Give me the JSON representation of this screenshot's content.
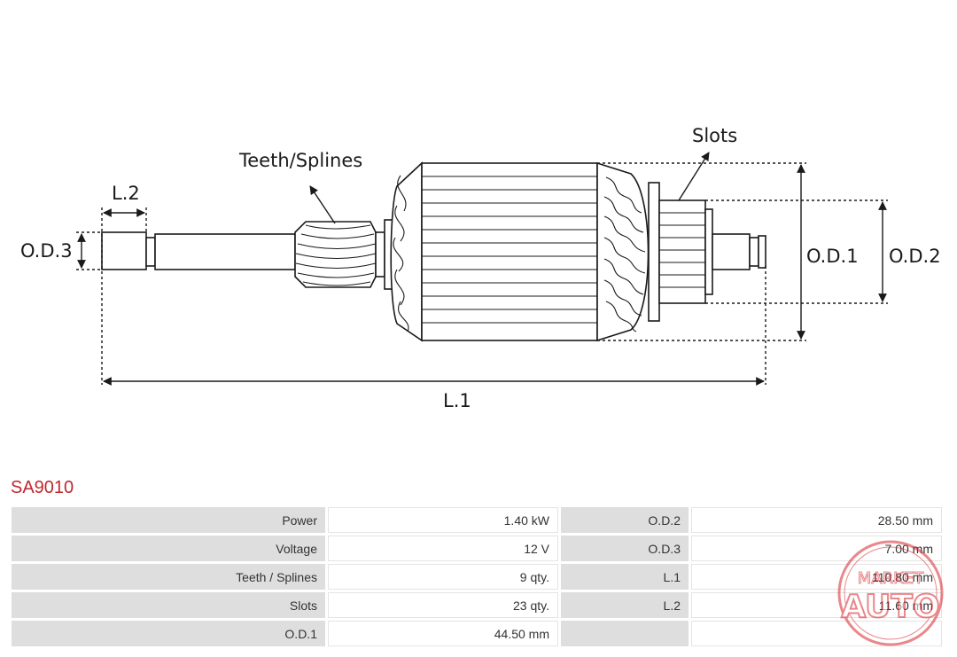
{
  "labels": {
    "teeth": "Teeth/Splines",
    "slots": "Slots",
    "l2": "L.2",
    "od3": "O.D.3",
    "od1": "O.D.1",
    "od2": "O.D.2",
    "l1": "L.1"
  },
  "part_code": "SA9010",
  "specs": [
    {
      "k1": "Power",
      "v1": "1.40 kW",
      "k2": "O.D.2",
      "v2": "28.50 mm"
    },
    {
      "k1": "Voltage",
      "v1": "12 V",
      "k2": "O.D.3",
      "v2": "7.00 mm"
    },
    {
      "k1": "Teeth / Splines",
      "v1": "9 qty.",
      "k2": "L.1",
      "v2": "110.80 mm"
    },
    {
      "k1": "Slots",
      "v1": "23 qty.",
      "k2": "L.2",
      "v2": "11.60 mm"
    },
    {
      "k1": "O.D.1",
      "v1": "44.50 mm",
      "k2": "",
      "v2": ""
    }
  ],
  "watermark": {
    "line1": "MARKET",
    "line2": "AUTO",
    "color": "#d9262e"
  }
}
